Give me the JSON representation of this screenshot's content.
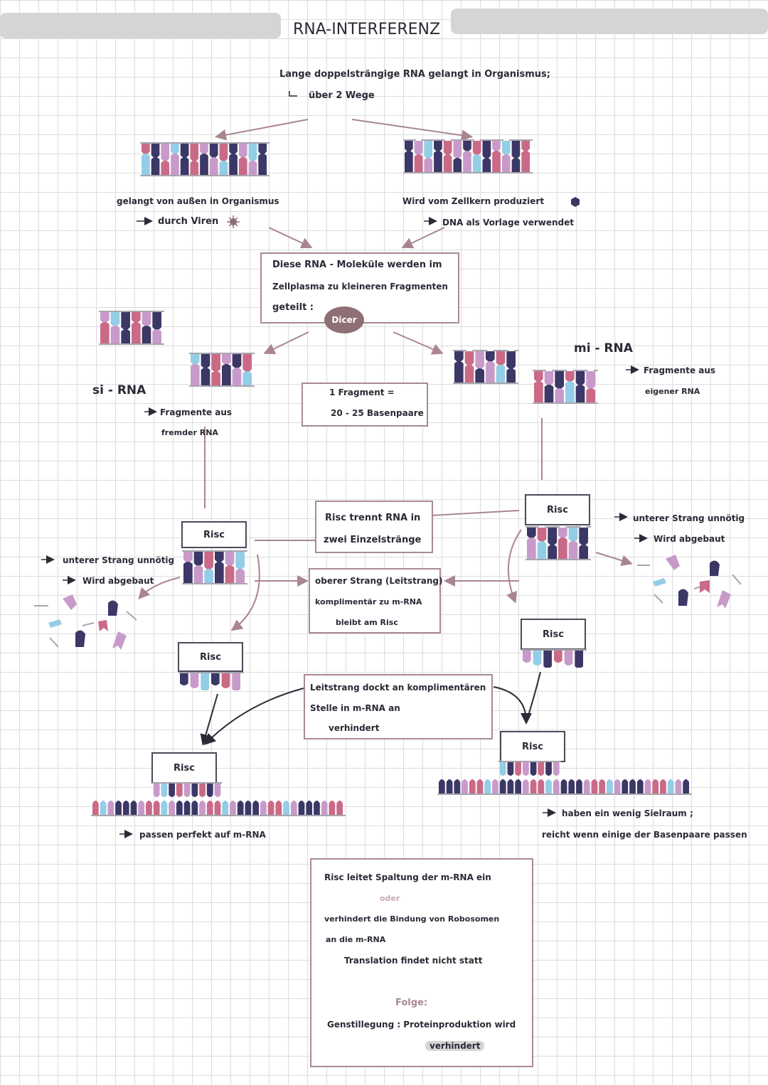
{
  "title": "RNA-INTERFERENZ",
  "intro": {
    "line1": "Lange doppelsträngige RNA gelangt in Organismus;",
    "line2": "über 2 Wege"
  },
  "left_path": {
    "line1": "gelangt von außen in Organismus",
    "line2": "durch Viren"
  },
  "right_path": {
    "line1": "Wird vom Zellkern produziert",
    "line2": "DNA als Vorlage verwendet"
  },
  "dicer_box": {
    "line1": "Diese RNA - Moleküle werden im",
    "line2": "Zellplasma zu kleineren Fragmenten",
    "line3": "geteilt :",
    "dicer": "Dicer"
  },
  "fragment_box": {
    "line1": "1 Fragment =",
    "line2": "20 - 25 Basenpaare"
  },
  "si_rna": {
    "title": "si - RNA",
    "line1": "Fragmente aus",
    "line2": "fremder RNA"
  },
  "mi_rna": {
    "title": "mi - RNA",
    "line1": "Fragmente aus",
    "line2": "eigener RNA"
  },
  "risc_label": "Risc",
  "risc_split_box": {
    "line1": "Risc trennt RNA in",
    "line2": "zwei Einzelstränge"
  },
  "left_degrade": {
    "line1": "unterer Strang unnötig",
    "line2": "Wird abgebaut"
  },
  "right_degrade": {
    "line1": "unterer Strang unnötig",
    "line2": "Wird abgebaut"
  },
  "guide_box": {
    "line1": "oberer Strang (Leitstrang)",
    "line2": "komplimentär zu m-RNA",
    "line3": "bleibt am Risc"
  },
  "dock_box": {
    "line1": "Leitstrang dockt an komplimentären",
    "line2": "Stelle in m-RNA an",
    "line3": "verhindert"
  },
  "left_match": "passen perfekt auf m-RNA",
  "right_match": {
    "line1": "haben ein wenig Sielraum ;",
    "line2": "reicht wenn einige der Basenpaare passen"
  },
  "result_box": {
    "line1": "Risc leitet Spaltung der m-RNA ein",
    "or": "oder",
    "line2": "verhindert die Bindung von Robosomen",
    "line3": "an die m-RNA",
    "line4": "Translation findet nicht statt",
    "folge": "Folge:",
    "line5": "Genstillegung : Proteinproduktion wird",
    "line6": "verhindert"
  },
  "colors": {
    "navy": "#3b3766",
    "pink": "#c96a86",
    "lilac": "#c89ac9",
    "blue": "#93cde6",
    "backbone": "#a7a5ad",
    "box_border": "#a98a92",
    "arrow": "#a9868e"
  }
}
